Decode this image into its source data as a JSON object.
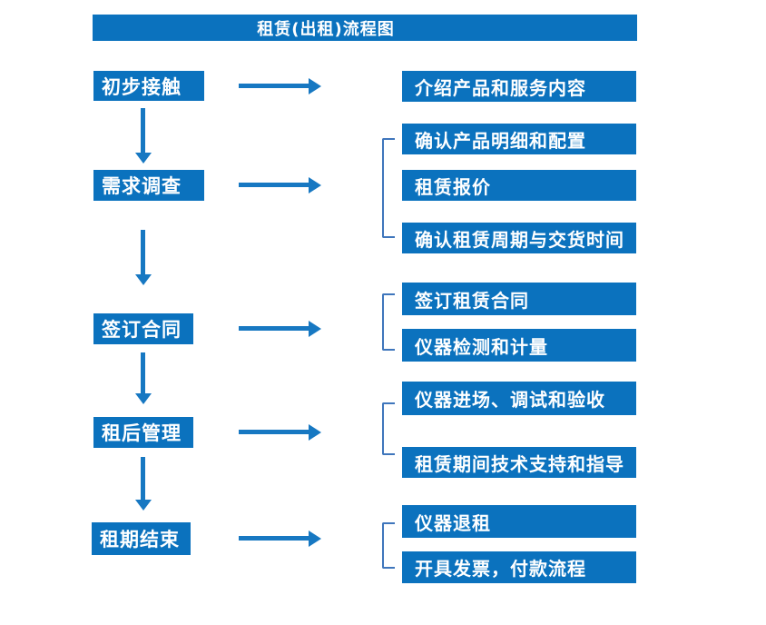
{
  "title": {
    "text": "租赁(出租)流程图"
  },
  "colors": {
    "box_blue": "#0B72BE",
    "arrow_blue": "#1778C2",
    "bracket_blue": "#3F76BC",
    "text_white": "#FFFFFF",
    "background": "#FFFFFF"
  },
  "steps": [
    {
      "label": "初步接触"
    },
    {
      "label": "需求调查"
    },
    {
      "label": "签订合同"
    },
    {
      "label": "租后管理"
    },
    {
      "label": "租期结束"
    }
  ],
  "details": [
    {
      "label": "介绍产品和服务内容"
    },
    {
      "label": "确认产品明细和配置"
    },
    {
      "label": "租赁报价"
    },
    {
      "label": "确认租赁周期与交货时间"
    },
    {
      "label": "签订租赁合同"
    },
    {
      "label": "仪器检测和计量"
    },
    {
      "label": "仪器进场、调试和验收"
    },
    {
      "label": "租赁期间技术支持和指导"
    },
    {
      "label": "仪器退租"
    },
    {
      "label": "开具发票，付款流程"
    }
  ]
}
